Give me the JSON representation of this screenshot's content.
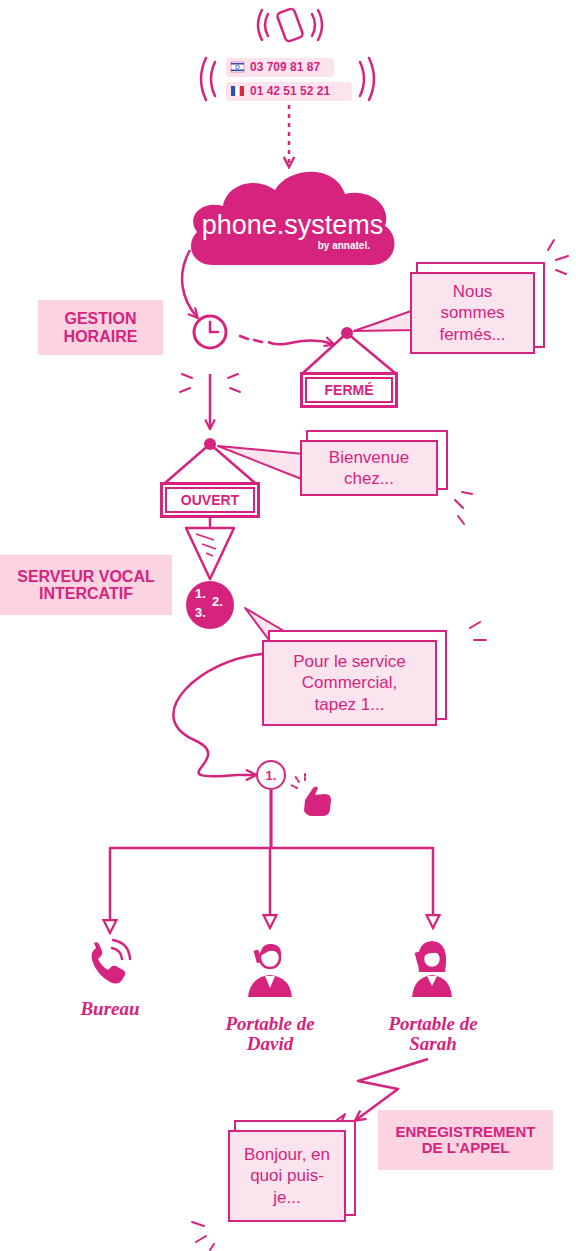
{
  "diagram": {
    "nodes": [
      {
        "text": [
          "03 709 81 87"
        ]
      },
      {
        "text": [
          "01 42 51 52 21"
        ]
      },
      {
        "text": [
          "phone.systems",
          "by annatel."
        ]
      },
      {
        "text": [
          "GESTION HORAIRE"
        ]
      },
      {
        "text": [
          "Nous sommes fermés..."
        ]
      },
      {
        "text": [
          "FERMÉ"
        ]
      },
      {
        "text": [
          "OUVERT"
        ]
      },
      {
        "text": [
          "Bienvenue chez..."
        ]
      },
      {
        "text": [
          "SERVEUR VOCAL INTERCATIF"
        ]
      },
      {
        "text": [
          "1.",
          "2.",
          "3."
        ]
      },
      {
        "text": [
          "Pour le service Commercial, tapez 1..."
        ]
      },
      {
        "text": [
          "1."
        ]
      },
      {
        "text": [
          "Bureau"
        ]
      },
      {
        "text": [
          "Portable de David"
        ]
      },
      {
        "text": [
          "Portable de Sarah"
        ]
      },
      {
        "text": [
          "ENREGISTREMENT DE L'APPEL"
        ]
      },
      {
        "text": [
          "Bonjour, en quoi puis-je..."
        ]
      }
    ],
    "edges": [
      {
        "from": 1,
        "to": 2,
        "arrow": "to"
      },
      {
        "from": 6,
        "to": 9,
        "arrow": "to"
      },
      {
        "from": 10,
        "to": 11,
        "arrow": "to"
      },
      {
        "from": 11,
        "to": 12,
        "arrow": "to"
      },
      {
        "from": 11,
        "to": 13,
        "arrow": "to"
      },
      {
        "from": 11,
        "to": 14,
        "arrow": "to"
      },
      {
        "from": 14,
        "to": 16,
        "arrow": "to"
      }
    ]
  }
}
